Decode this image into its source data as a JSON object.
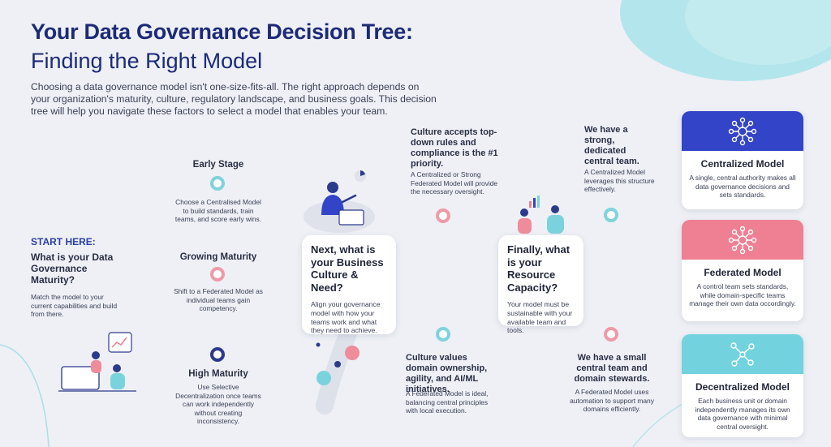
{
  "header": {
    "title_line1": "Your Data Governance Decision Tree:",
    "title_line2": "Finding the Right Model",
    "intro": "Choosing a data governance model isn't one-size-fits-all. The right approach depends on your organization's maturity, culture, regulatory landscape, and business goals. This decision tree will help you navigate these factors to select a model that enables your team."
  },
  "start": {
    "label": "START HERE:",
    "question": "What is your Data Governance Maturity?",
    "desc": "Match the model to your current capabilities and build from there."
  },
  "maturity": [
    {
      "title": "Early Stage",
      "desc": "Choose a Centralised Model to build standards, train teams, and score early wins."
    },
    {
      "title": "Growing Maturity",
      "desc": "Shift to a Federated Model as individual teams gain competency."
    },
    {
      "title": "High Maturity",
      "desc": "Use Selective Decentralization once teams can work independently without creating inconsistency."
    }
  ],
  "culture_card": {
    "question": "Next, what is your Business Culture & Need?",
    "desc": "Align your governance model with how your teams work and what they need to achieve."
  },
  "culture_options": [
    {
      "title": "Culture accepts top-down rules and compliance is the #1 priority.",
      "desc": "A Centralized or Strong Federated Model will provide the necessary oversight."
    },
    {
      "title": "Culture values domain ownership, agility, and AI/ML initiatives.",
      "desc": "A Federated Model is ideal, balancing central principles with local execution."
    }
  ],
  "resource_card": {
    "question": "Finally, what is your Resource Capacity?",
    "desc": "Your model must be sustainable with your available team and tools."
  },
  "resource_options": [
    {
      "title": "We have a strong, dedicated central team.",
      "desc": "A Centralized Model leverages this structure effectively."
    },
    {
      "title": "We have a small central team and domain stewards.",
      "desc": "A Federated Model uses automation to support many domains efficiently."
    }
  ],
  "models": [
    {
      "name": "Centralized Model",
      "desc": "A single, central authority makes all data governance decisions and sets standards.",
      "color": "#3344c9",
      "icon": "network-hub-icon"
    },
    {
      "name": "Federated Model",
      "desc": "A control team sets standards, while domain-specific teams manage their own data occordingly.",
      "color": "#ef7f92",
      "icon": "network-hub-icon"
    },
    {
      "name": "Decentralized Model",
      "desc": "Each business unit or domain independently manages its own data governance with minimal central oversight.",
      "color": "#72d3de",
      "icon": "network-nodes-icon"
    }
  ]
}
